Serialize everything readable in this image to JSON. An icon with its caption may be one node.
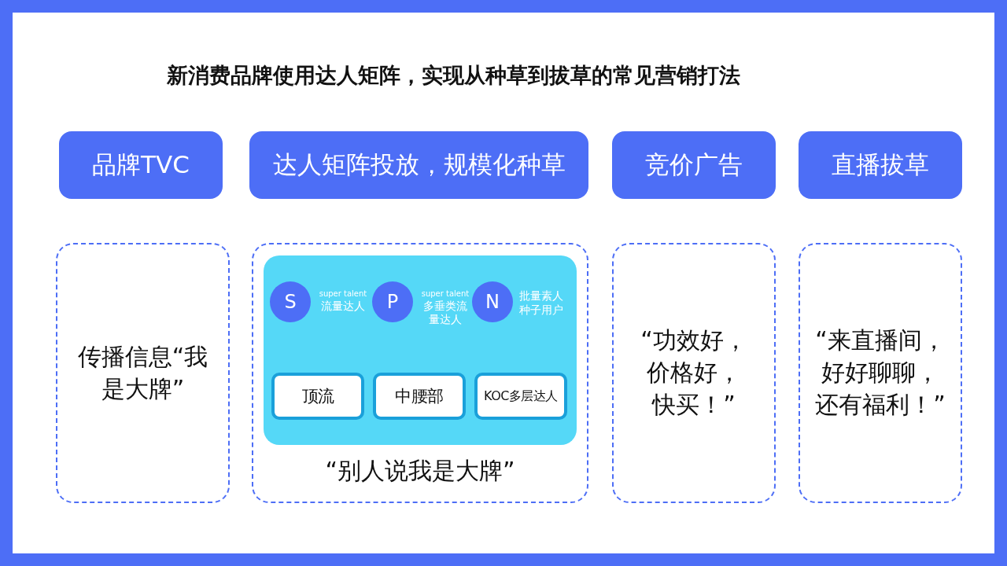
{
  "diagram": {
    "title": "新消费品牌使用达人矩阵，实现从种草到拔草的常见营销打法",
    "nodes": [
      {
        "text": [
          "品牌TVC"
        ]
      },
      {
        "text": [
          "达人矩阵投放，规模化种草"
        ]
      },
      {
        "text": [
          "竞价广告"
        ]
      },
      {
        "text": [
          "直播拔草"
        ]
      },
      {
        "text": [
          "传播信息“我是大牌”"
        ]
      },
      {
        "text": [
          "“别人说我是大牌”"
        ]
      },
      {
        "text": [],
        "shape": "box",
        "in": 5
      },
      {
        "text": [
          "S"
        ],
        "beside": [
          "super talent",
          "流量达人"
        ],
        "in": 6
      },
      {
        "text": [
          "P"
        ],
        "beside": [
          "super talent",
          "多垂类流量达人"
        ],
        "in": 6
      },
      {
        "text": [
          "N"
        ],
        "beside": [
          "批量素人种子用户"
        ],
        "in": 6
      },
      {
        "text": [
          "顶流"
        ],
        "in": 6
      },
      {
        "text": [
          "中腰部"
        ],
        "in": 6
      },
      {
        "text": [
          "KOC多层达人"
        ],
        "in": 6
      },
      {
        "text": [
          "“功效好，价格好，快买！”"
        ]
      },
      {
        "text": [
          "“来直播间，好好聊聊，还有福利！”"
        ]
      }
    ]
  }
}
